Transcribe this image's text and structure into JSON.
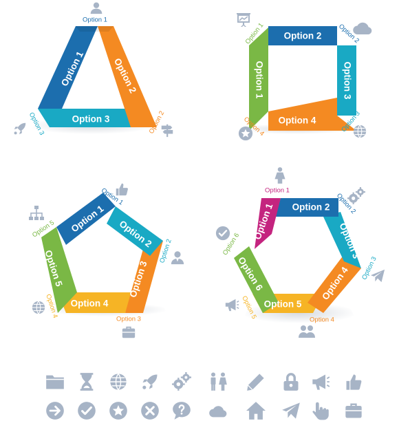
{
  "colors": {
    "blue": "#1c6eae",
    "orange": "#f48a22",
    "teal": "#19a9c4",
    "green": "#7ab845",
    "yellow": "#f6b425",
    "magenta": "#c4247f",
    "icon": "#a7b4c6"
  },
  "diagrams": [
    {
      "name": "triangle",
      "bands": [
        "Option 1",
        "Option 2",
        "Option 3"
      ],
      "tags": [
        "Option 1",
        "Option 2",
        "Option 3"
      ],
      "icons": [
        "person-icon",
        "signpost-icon",
        "rocket-icon"
      ]
    },
    {
      "name": "square",
      "bands": [
        "Option 1",
        "Option 2",
        "Option 3",
        "Option 4"
      ],
      "tags": [
        "Option 1",
        "Option 2",
        "Option 3",
        "Option 4"
      ],
      "icons": [
        "presentation-icon",
        "cloud-icon",
        "globe-icon",
        "star-icon"
      ]
    },
    {
      "name": "pentagon",
      "bands": [
        "Option 1",
        "Option 2",
        "Option 3",
        "Option 4",
        "Option 5"
      ],
      "tags": [
        "Option 1",
        "Option 2",
        "Option 3",
        "Option 4",
        "Option 5"
      ],
      "icons": [
        "thumbs-up-icon",
        "user-icon",
        "briefcase-icon",
        "globe-icon",
        "org-chart-icon"
      ]
    },
    {
      "name": "hexagon",
      "bands": [
        "Option 1",
        "Option 2",
        "Option 3",
        "Option 4",
        "Option 5",
        "Option 6"
      ],
      "tags": [
        "Option 1",
        "Option 2",
        "Option 3",
        "Option 4",
        "Option 5",
        "Option 6"
      ],
      "icons": [
        "woman-icon",
        "gears-icon",
        "paper-plane-icon",
        "group-icon",
        "megaphone-icon",
        "checkmark-icon"
      ]
    }
  ],
  "icon_palette": {
    "row1": [
      "folder-icon",
      "hourglass-icon",
      "globe-icon",
      "rocket-icon",
      "gears-icon",
      "couple-icon",
      "pencil-icon",
      "lock-icon",
      "megaphone-icon",
      "thumbs-up-icon"
    ],
    "row2": [
      "arrow-right-icon",
      "checkmark-icon",
      "star-icon",
      "close-icon",
      "chat-question-icon",
      "cloud-icon",
      "home-icon",
      "paper-plane-icon",
      "hand-pointer-icon",
      "briefcase-icon"
    ]
  }
}
